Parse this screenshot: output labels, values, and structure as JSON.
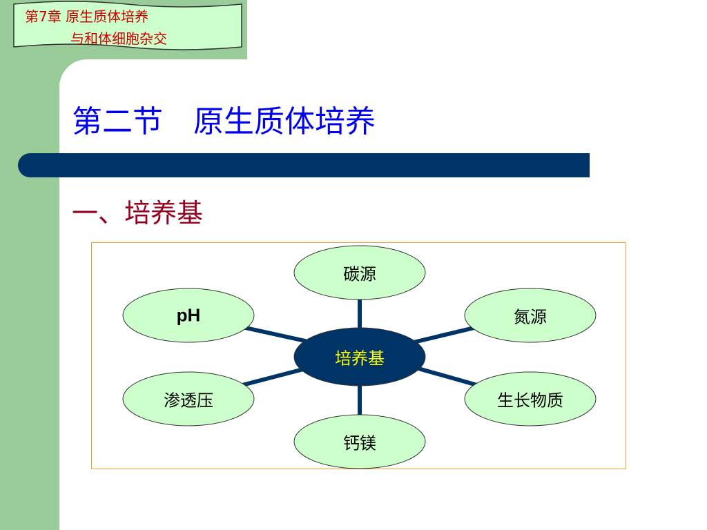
{
  "header": {
    "chapter_line1": "第7章 原生质体培养",
    "chapter_line2": "与和体细胞杂交"
  },
  "slide": {
    "title": "第二节　原生质体培养",
    "subtitle": "一、培养基"
  },
  "diagram": {
    "center": "培养基",
    "nodes": {
      "top": "碳源",
      "top_left": "pH",
      "top_right": "氮源",
      "bottom_left": "渗透压",
      "bottom_right": "生长物质",
      "bottom": "钙镁"
    }
  },
  "colors": {
    "frame_green": "#99cc99",
    "node_fill": "#ccffcc",
    "center_fill": "#003366",
    "center_text": "#ffff00",
    "title_blue": "#0000ee",
    "subtitle_red": "#99001f",
    "box_border": "#f0a030"
  }
}
